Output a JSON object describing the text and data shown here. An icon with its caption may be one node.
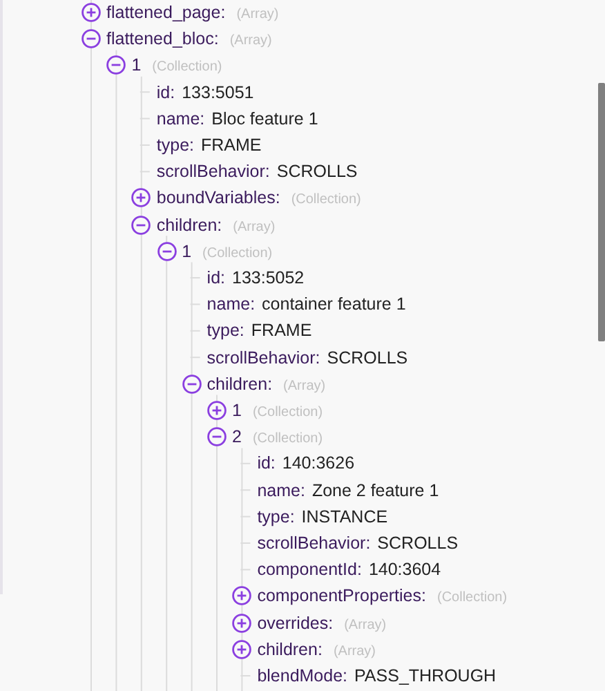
{
  "diagram": {
    "labels": [
      "flattened_page:",
      "(Array)",
      "flattened_bloc:",
      "(Array)",
      "1",
      "(Collection)",
      "id:",
      "133:5051",
      "name:",
      "Bloc feature 1",
      "type:",
      "FRAME",
      "scrollBehavior:",
      "SCROLLS",
      "boundVariables:",
      "(Collection)",
      "children:",
      "(Array)",
      "1",
      "(Collection)",
      "id:",
      "133:5052",
      "name:",
      "container feature 1",
      "type:",
      "FRAME",
      "scrollBehavior:",
      "SCROLLS",
      "children:",
      "(Array)",
      "1",
      "(Collection)",
      "2",
      "(Collection)",
      "id:",
      "140:3626",
      "name:",
      "Zone 2 feature 1",
      "type:",
      "INSTANCE",
      "scrollBehavior:",
      "SCROLLS",
      "componentId:",
      "140:3604",
      "componentProperties:",
      "(Collection)",
      "overrides:",
      "(Array)",
      "children:",
      "(Array)",
      "blendMode:",
      "PASS_THROUGH"
    ]
  }
}
